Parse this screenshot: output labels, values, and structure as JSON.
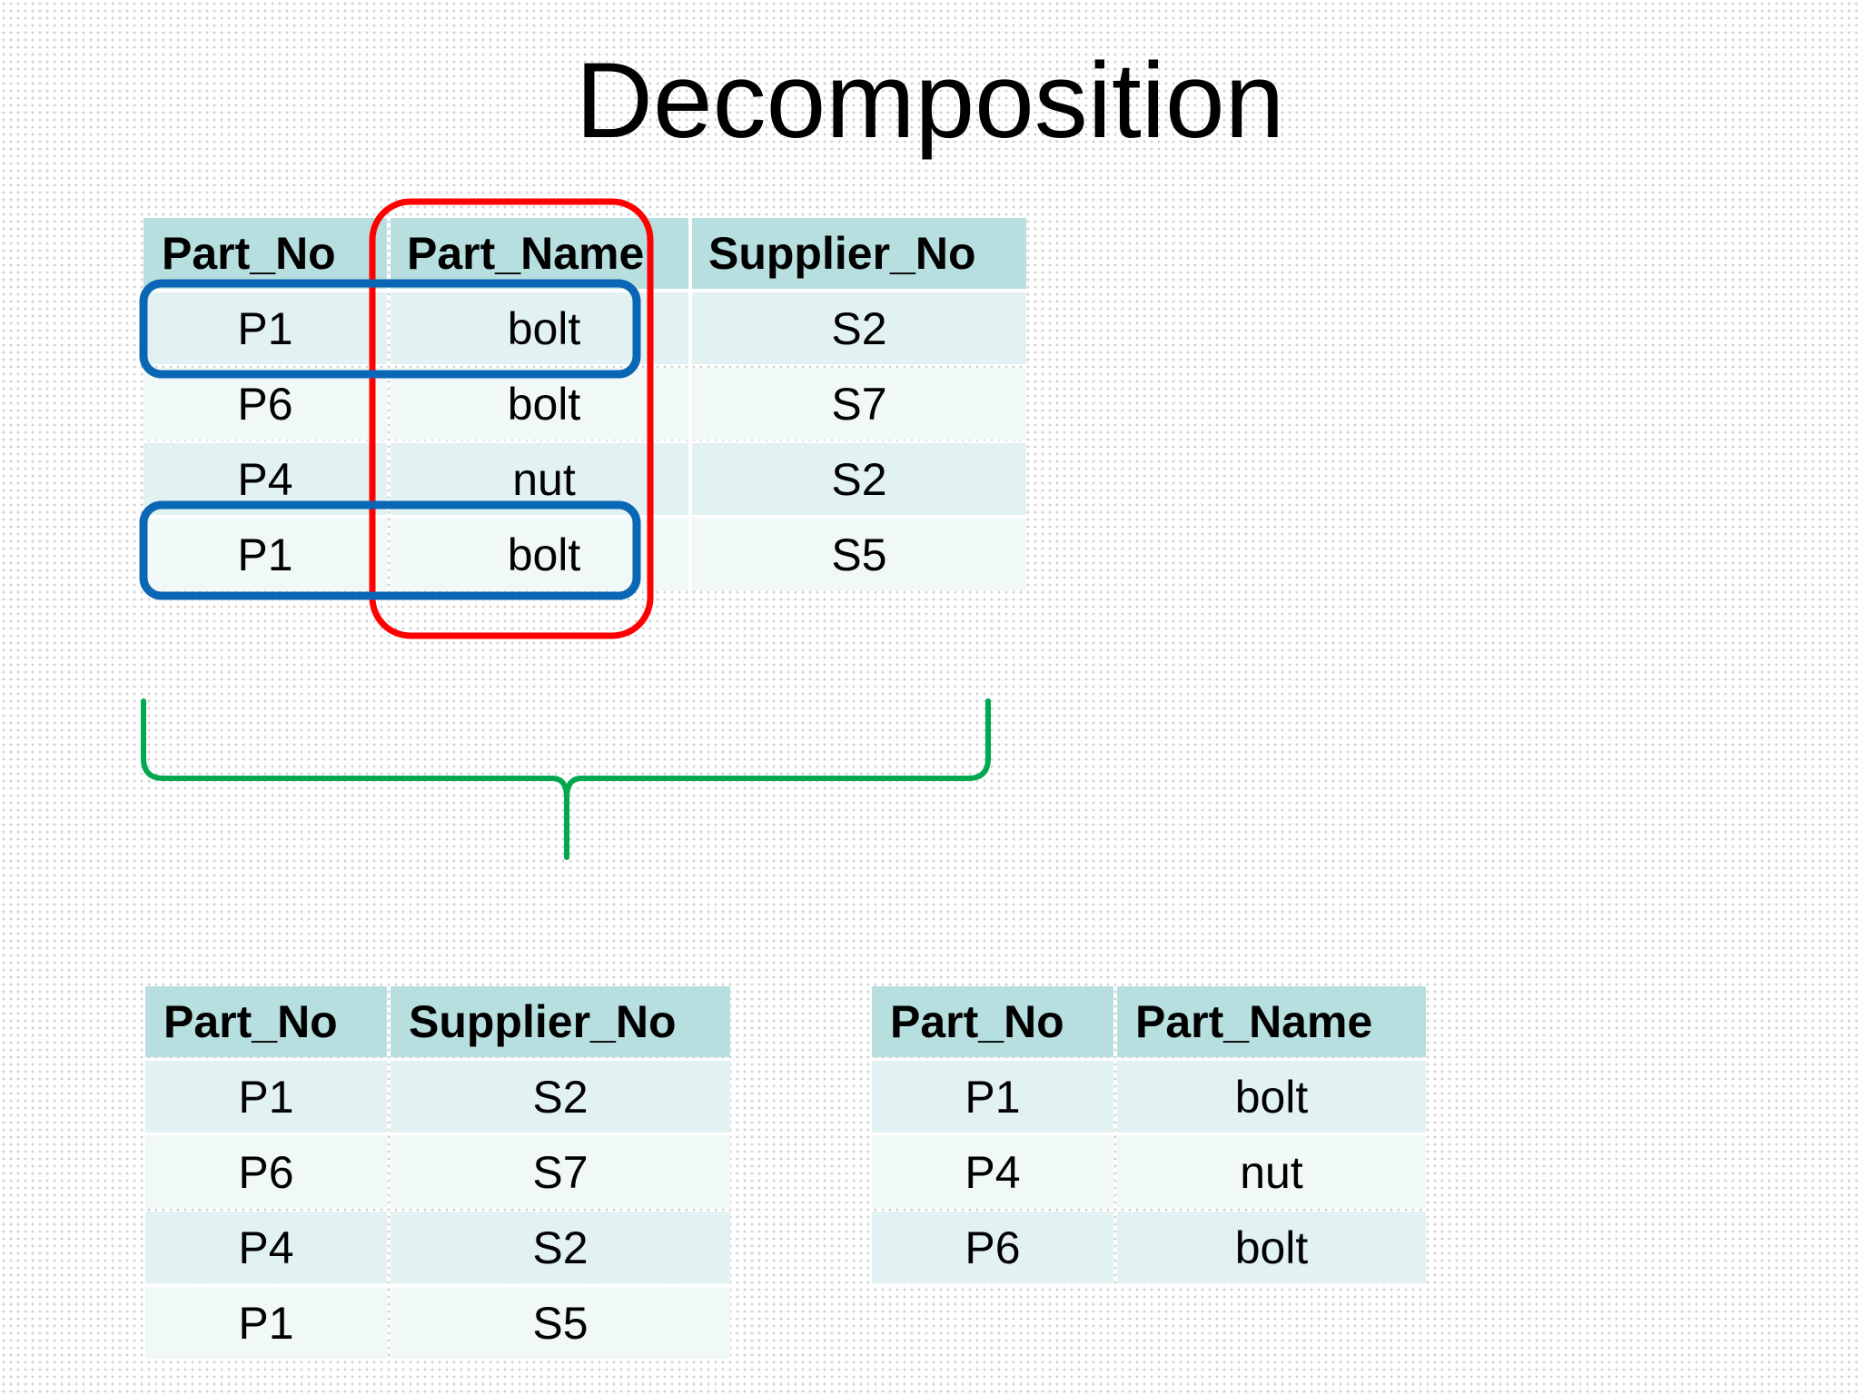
{
  "title": "Decomposition",
  "original_table": {
    "headers": [
      "Part_No",
      "Part_Name",
      "Supplier_No"
    ],
    "rows": [
      [
        "P1",
        "bolt",
        "S2"
      ],
      [
        "P6",
        "bolt",
        "S7"
      ],
      [
        "P4",
        "nut",
        "S2"
      ],
      [
        "P1",
        "bolt",
        "S5"
      ]
    ]
  },
  "left_table": {
    "headers": [
      "Part_No",
      "Supplier_No"
    ],
    "rows": [
      [
        "P1",
        "S2"
      ],
      [
        "P6",
        "S7"
      ],
      [
        "P4",
        "S2"
      ],
      [
        "P1",
        "S5"
      ]
    ]
  },
  "right_table": {
    "headers": [
      "Part_No",
      "Part_Name"
    ],
    "rows": [
      [
        "P1",
        "bolt"
      ],
      [
        "P4",
        "nut"
      ],
      [
        "P6",
        "bolt"
      ]
    ]
  },
  "colors": {
    "header_fill": "#b8dfe0",
    "row_fill_dark": "#e2f1f1",
    "row_fill_light": "#f1f8f8",
    "column_highlight": "#ff0000",
    "row_highlight": "#0a67b5",
    "brace": "#00a94f"
  }
}
